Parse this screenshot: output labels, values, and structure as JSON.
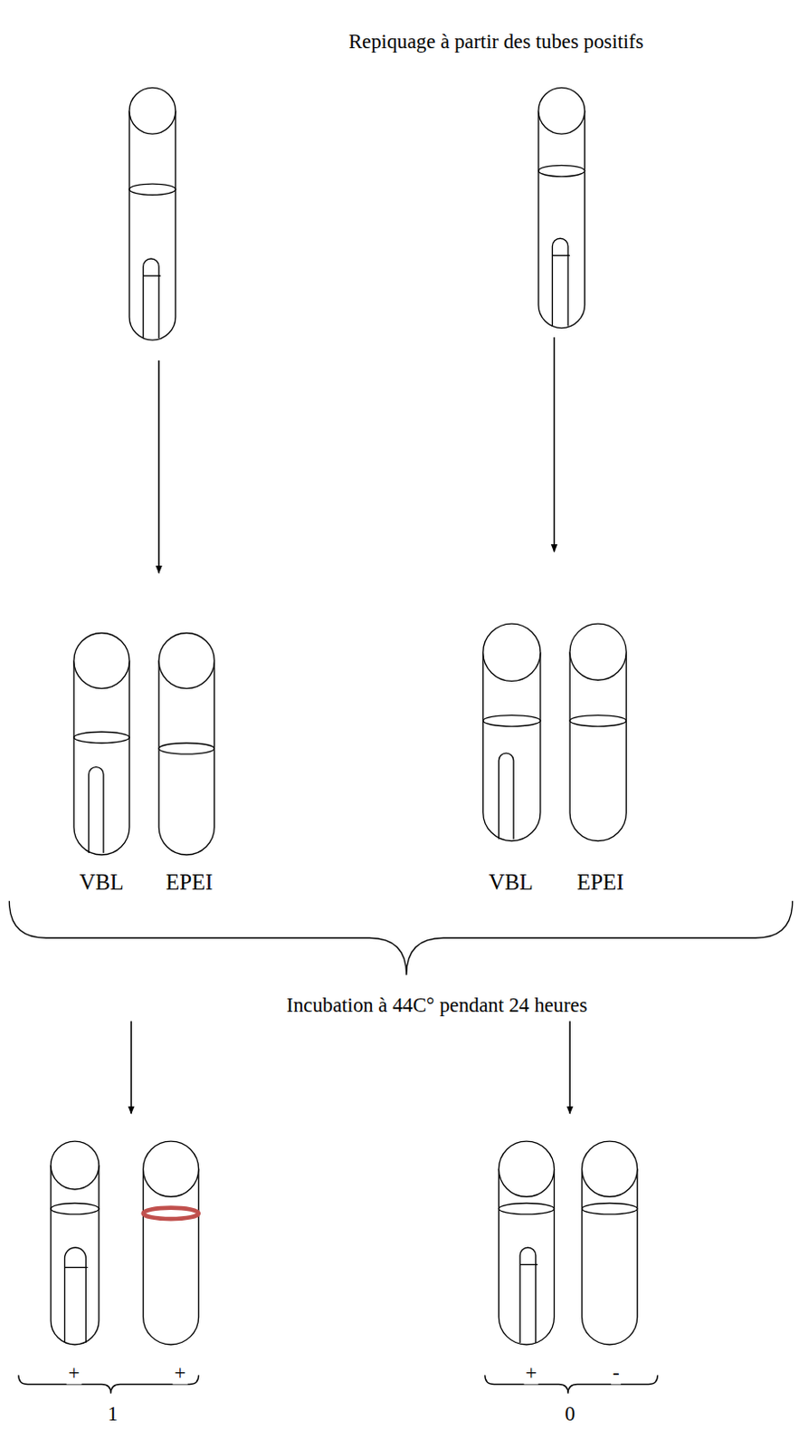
{
  "diagram": {
    "labels": [
      "Repiquage à partir des tubes positifs",
      "VBL",
      "EPEI",
      "VBL",
      "EPEI",
      "Incubation à 44C° pendant 24 heures",
      "+",
      "+",
      "1",
      "+",
      "-",
      "0"
    ]
  }
}
